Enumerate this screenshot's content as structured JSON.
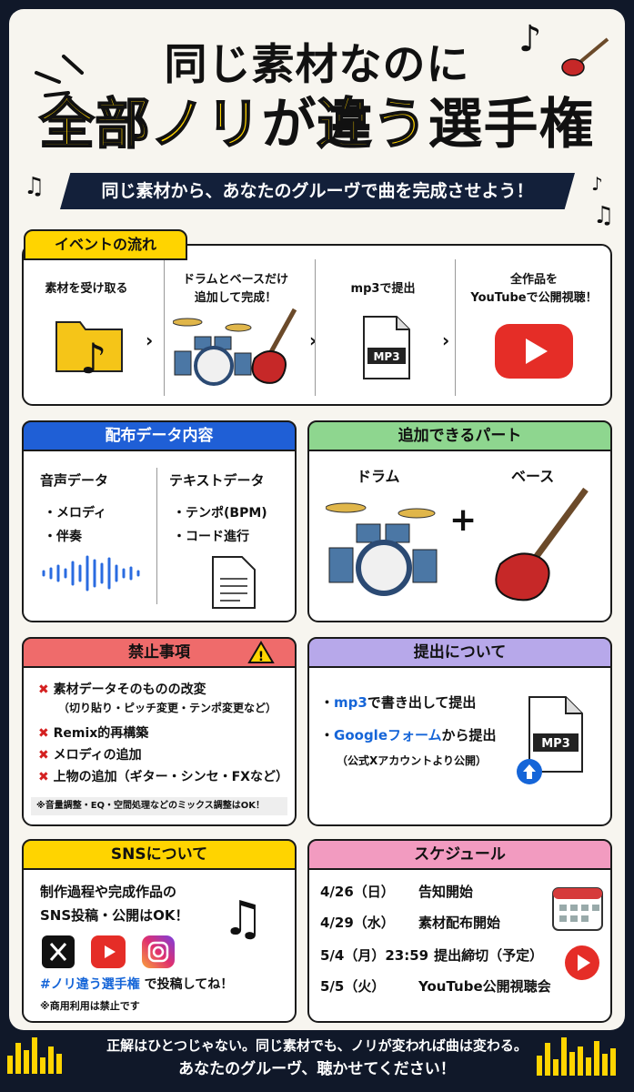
{
  "hero": {
    "line1": "同じ素材なのに",
    "highlight1": "全部ノリ",
    "ga": "が",
    "highlight2": "違う",
    "end": "選手権",
    "subtitle": "同じ素材から、あなたのグルーヴで曲を完成させよう！"
  },
  "flow": {
    "heading": "イベントの流れ",
    "arrow": "›",
    "mp3_label": "MP3",
    "steps": [
      {
        "label": "素材を受け取る"
      },
      {
        "line1": "ドラムとベースだけ",
        "line2": "追加して完成！"
      },
      {
        "label": "mp3で提出"
      },
      {
        "line1": "全作品を",
        "line2": "YouTubeで公開視聴！"
      }
    ]
  },
  "distribution": {
    "heading": "配布データ内容",
    "audio": {
      "title": "音声データ",
      "items": [
        "・メロディ",
        "・伴奏"
      ]
    },
    "text": {
      "title": "テキストデータ",
      "items": [
        "・テンポ(BPM)",
        "・コード進行"
      ]
    }
  },
  "parts": {
    "heading": "追加できるパート",
    "drum": "ドラム",
    "bass": "ベース",
    "plus": "+"
  },
  "prohibited": {
    "heading": "禁止事項",
    "warning_mark": "!",
    "mark": "✖",
    "items": [
      "素材データそのものの改変",
      "Remix的再構築",
      "メロディの追加",
      "上物の追加（ギター・シンセ・FXなど）"
    ],
    "item1_note": "（切り貼り・ピッチ変更・テンポ変更など）",
    "footnote": "※音量調整・EQ・空間処理などのミックス調整はOK！"
  },
  "submission": {
    "heading": "提出について",
    "bullet": "・",
    "item1_highlight": "mp3",
    "item1_rest": "で書き出して提出",
    "item2_highlight": "Googleフォーム",
    "item2_rest": "から提出",
    "item2_note": "（公式Xアカウントより公開）",
    "mp3_label": "MP3"
  },
  "sns": {
    "heading": "SNSについて",
    "line1": "制作過程や完成作品の",
    "line2": "SNS投稿・公開はOK！",
    "hashtag": "#ノリ違う選手権",
    "hashtag_rest": " で投稿してね！",
    "footnote": "※商用利用は禁止です"
  },
  "schedule": {
    "heading": "スケジュール",
    "rows": [
      {
        "date": "4/26（日）",
        "event": "告知開始"
      },
      {
        "date": "4/29（水）",
        "event": "素材配布開始"
      },
      {
        "date": "5/4（月）23:59",
        "event": "提出締切（予定）"
      },
      {
        "date": "5/5（火）",
        "event": "YouTube公開視聴会"
      }
    ]
  },
  "footer": {
    "line1": "正解はひとつじゃない。同じ素材でも、ノリが変われば曲は変わる。",
    "line2": "あなたのグルーヴ、聴かせてください！"
  }
}
